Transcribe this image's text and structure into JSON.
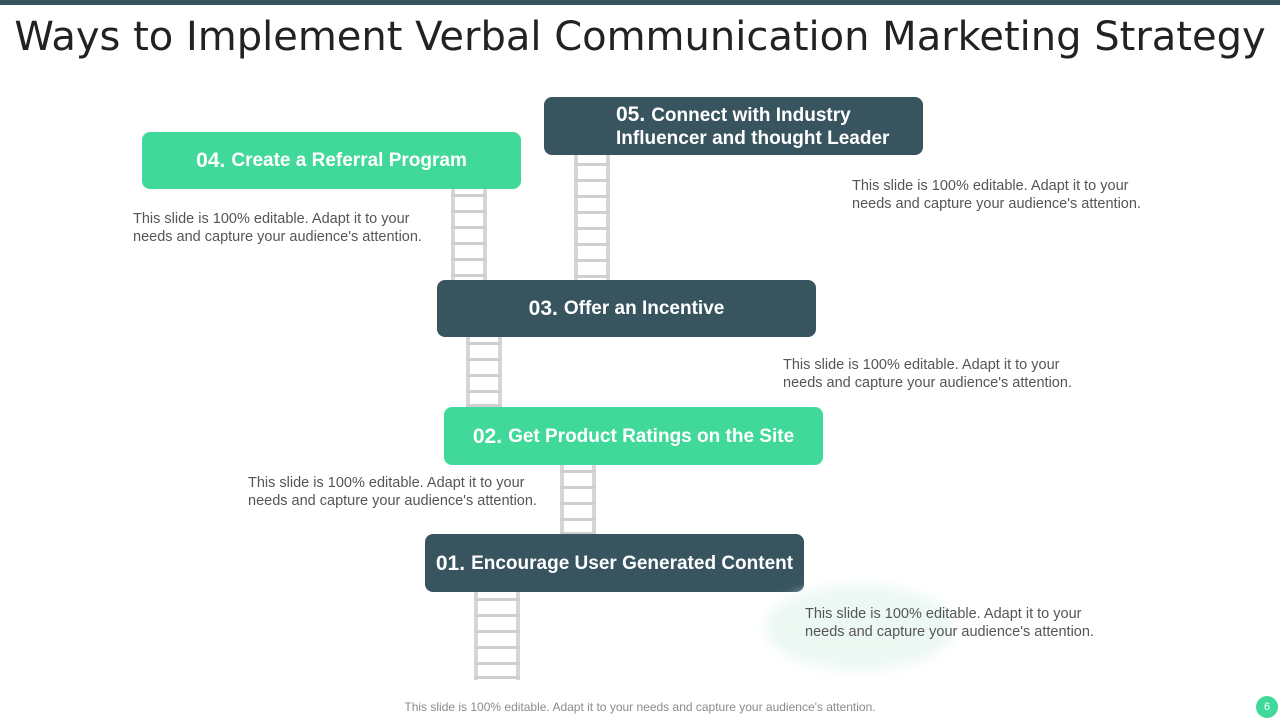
{
  "title": "Ways to Implement Verbal Communication Marketing Strategy",
  "steps": [
    {
      "num": "05.",
      "label_line1": "Connect with Industry",
      "label_line2": "Influencer and thought Leader"
    },
    {
      "num": "04.",
      "label": "Create a Referral Program"
    },
    {
      "num": "03.",
      "label": "Offer an Incentive"
    },
    {
      "num": "02.",
      "label": "Get Product Ratings on the Site"
    },
    {
      "num": "01.",
      "label": "Encourage User Generated Content"
    }
  ],
  "descriptions": {
    "d05_line1": "This slide is 100% editable. Adapt it to your",
    "d05_line2": "needs and capture your audience's attention.",
    "d04_line1": "This slide is 100% editable. Adapt it to your",
    "d04_line2": "needs and capture your audience's attention.",
    "d03_line1": "This slide is 100% editable. Adapt it to your",
    "d03_line2": "needs and capture your audience's attention.",
    "d02_line1": "This slide is 100% editable. Adapt it to your",
    "d02_line2": "needs and capture your audience's attention.",
    "d01_line1": "This slide is 100% editable. Adapt it to your",
    "d01_line2": "needs and capture your audience's attention."
  },
  "footer": "This slide is 100% editable. Adapt it to your needs and capture your audience's attention.",
  "page_number": "6",
  "colors": {
    "green": "#41d99a",
    "dark": "#37545f"
  }
}
